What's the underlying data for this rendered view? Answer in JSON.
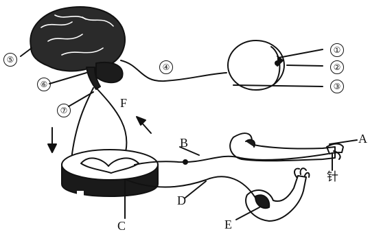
{
  "labels": {
    "c5": "⑤",
    "c6": "⑥",
    "c7": "⑦",
    "c4": "④",
    "c1": "①",
    "c2": "②",
    "c3": "③",
    "F": "F",
    "B": "B",
    "A": "A",
    "needle": "针",
    "D": "D",
    "E": "E",
    "C": "C"
  },
  "colors": {
    "ink": "#111111",
    "background": "#ffffff",
    "shade": "#2a2a2a"
  }
}
